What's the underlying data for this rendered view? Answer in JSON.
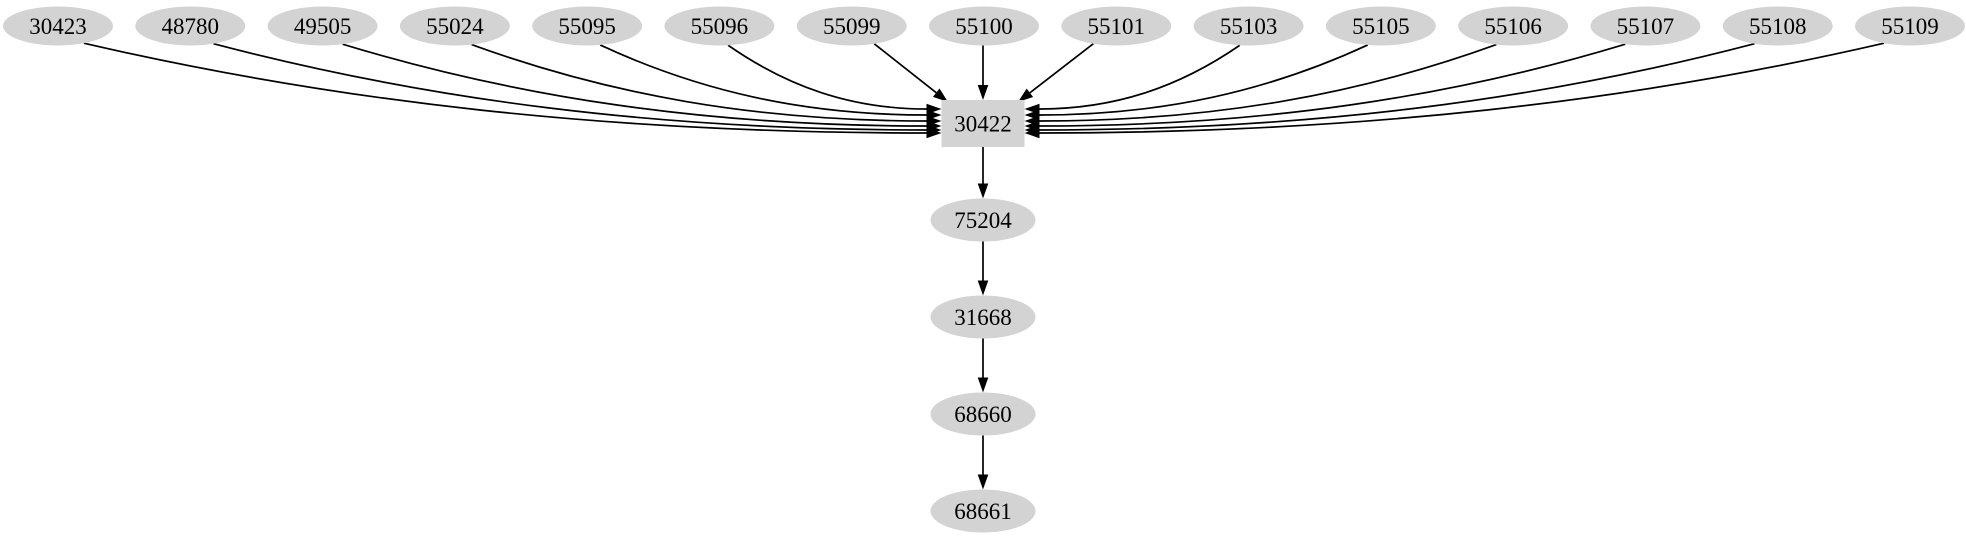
{
  "diagram": {
    "type": "directed-graph",
    "direction": "top-to-bottom",
    "colors": {
      "background": "#ffffff",
      "node_fill": "#d3d3d3",
      "edge": "#000000",
      "text": "#000000"
    },
    "nodes": {
      "sources": [
        "30423",
        "48780",
        "49505",
        "55024",
        "55095",
        "55096",
        "55099",
        "55100",
        "55101",
        "55103",
        "55105",
        "55106",
        "55107",
        "55108",
        "55109"
      ],
      "hub": {
        "label": "30422",
        "shape": "box"
      },
      "chain": [
        "75204",
        "31668",
        "68660",
        "68661"
      ]
    },
    "edges": [
      {
        "from": "30423",
        "to": "30422"
      },
      {
        "from": "48780",
        "to": "30422"
      },
      {
        "from": "49505",
        "to": "30422"
      },
      {
        "from": "55024",
        "to": "30422"
      },
      {
        "from": "55095",
        "to": "30422"
      },
      {
        "from": "55096",
        "to": "30422"
      },
      {
        "from": "55099",
        "to": "30422"
      },
      {
        "from": "55100",
        "to": "30422"
      },
      {
        "from": "55101",
        "to": "30422"
      },
      {
        "from": "55103",
        "to": "30422"
      },
      {
        "from": "55105",
        "to": "30422"
      },
      {
        "from": "55106",
        "to": "30422"
      },
      {
        "from": "55107",
        "to": "30422"
      },
      {
        "from": "55108",
        "to": "30422"
      },
      {
        "from": "55109",
        "to": "30422"
      },
      {
        "from": "30422",
        "to": "75204"
      },
      {
        "from": "75204",
        "to": "31668"
      },
      {
        "from": "31668",
        "to": "68660"
      },
      {
        "from": "68660",
        "to": "68661"
      }
    ]
  }
}
